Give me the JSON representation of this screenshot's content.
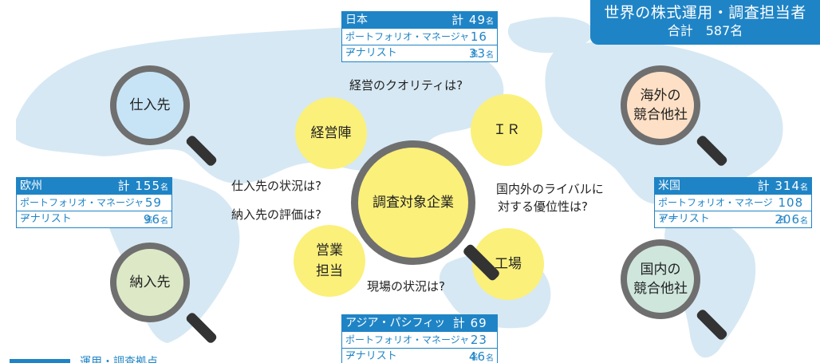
{
  "title": {
    "line1": "世界の株式運用・調査担当者",
    "total_label": "合計",
    "total_value": "587名"
  },
  "regions": {
    "japan": {
      "name": "日本",
      "total": "計 49",
      "pm_label": "ポートフォリオ・マネージャー",
      "pm": "16",
      "analyst_label": "アナリスト",
      "analyst": "33",
      "unit": "名"
    },
    "europe": {
      "name": "欧州",
      "total": "計 155",
      "pm_label": "ポートフォリオ・マネージャー",
      "pm": "59",
      "analyst_label": "アナリスト",
      "analyst": "96",
      "unit": "名"
    },
    "us": {
      "name": "米国",
      "total": "計 314",
      "pm_label": "ポートフォリオ・マネージャー",
      "pm": "108",
      "analyst_label": "アナリスト",
      "analyst": "206",
      "unit": "名"
    },
    "asia": {
      "name": "アジア・パシフィック",
      "total": "計 69",
      "pm_label": "ポートフォリオ・マネージャー",
      "pm": "23",
      "analyst_label": "アナリスト",
      "analyst": "46",
      "unit": "名"
    }
  },
  "lenses": {
    "supplier": "仕入先",
    "customer": "納入先",
    "foreign_competitor": "海外の\n競合他社",
    "domestic_competitor": "国内の\n競合他社",
    "center": "調査対象企業"
  },
  "circles": {
    "management": "経営陣",
    "ir": "ＩＲ",
    "sales": "営業\n担当",
    "factory": "工場"
  },
  "questions": {
    "management_quality": "経営のクオリティは?",
    "supplier_status": "仕入先の状況は?",
    "customer_eval": "納入先の評価は?",
    "rival_line1": "国内外のライバルに",
    "rival_line2": "対する優位性は?",
    "site_status": "現場の状況は?"
  },
  "legend": {
    "label": "運用・調査拠点"
  },
  "colors": {
    "accent": "#1f84c6",
    "map": "#d6e8f3",
    "highlight": "#fbf07a",
    "lens_ring": "#6f6f6f"
  }
}
